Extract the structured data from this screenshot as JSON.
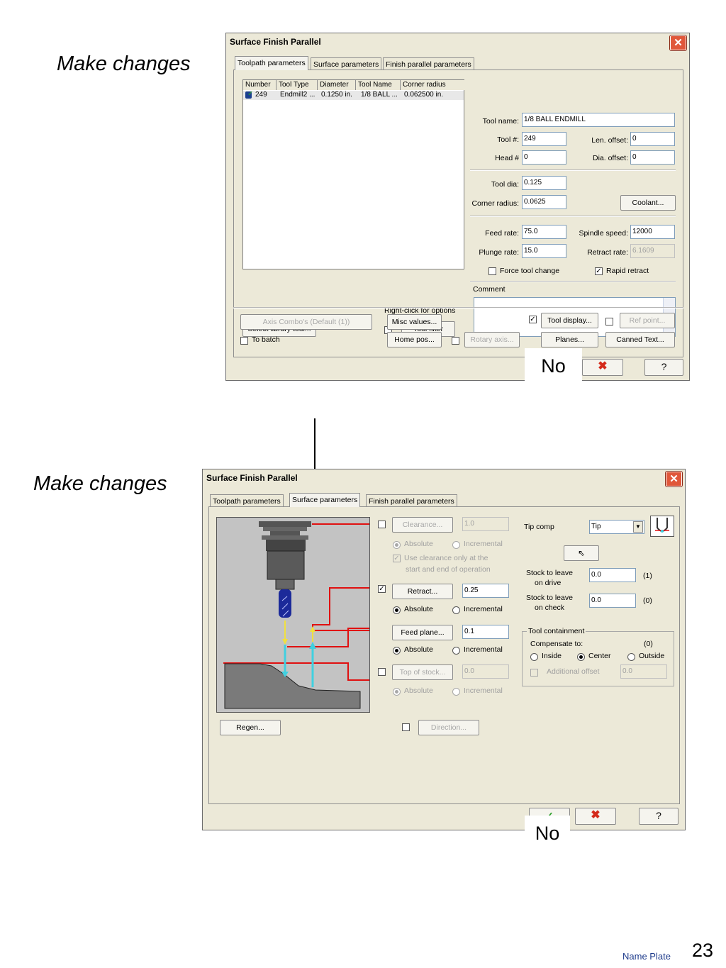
{
  "captions": {
    "top": "Make changes",
    "bottom": "Make changes"
  },
  "overlay": {
    "no_top": "No",
    "no_bottom": "No"
  },
  "footer": {
    "name_plate": "Name Plate",
    "page_number": "23"
  },
  "dialog1": {
    "title": "Surface Finish Parallel",
    "close_glyph": "✕",
    "tabs": [
      "Toolpath parameters",
      "Surface parameters",
      "Finish parallel parameters"
    ],
    "table": {
      "headers": [
        "Number",
        "Tool Type",
        "Diameter",
        "Tool Name",
        "Corner radius"
      ],
      "rows": [
        [
          "249",
          "Endmill2 ...",
          "0.1250 in.",
          "1/8 BALL ...",
          "0.062500 in."
        ]
      ]
    },
    "right_click_hint": "Right-click for options",
    "select_library_tool": "Select library tool...",
    "tool_filter": "Tool filter",
    "labels": {
      "tool_name": "Tool name:",
      "tool_num": "Tool #:",
      "head_num": "Head #",
      "len_offset": "Len. offset:",
      "dia_offset": "Dia. offset:",
      "tool_dia": "Tool dia:",
      "corner_radius": "Corner radius:",
      "feed_rate": "Feed rate:",
      "spindle_speed": "Spindle speed:",
      "plunge_rate": "Plunge rate:",
      "retract_rate": "Retract rate:",
      "force_tool_change": "Force tool change",
      "rapid_retract": "Rapid retract",
      "comment": "Comment"
    },
    "values": {
      "tool_name": "1/8 BALL ENDMILL",
      "tool_num": "249",
      "head_num": "0",
      "len_offset": "0",
      "dia_offset": "0",
      "tool_dia": "0.125",
      "corner_radius": "0.0625",
      "feed_rate": "75.0",
      "spindle_speed": "12000",
      "plunge_rate": "15.0",
      "retract_rate": "6.1609"
    },
    "coolant": "Coolant...",
    "axis_combo": "Axis Combo's (Default (1))",
    "misc_values": "Misc values...",
    "tool_display": "Tool display...",
    "ref_point": "Ref point...",
    "to_batch": "To batch",
    "home_pos": "Home pos...",
    "rotary_axis": "Rotary axis...",
    "planes": "Planes...",
    "canned_text": "Canned Text...",
    "cancel_glyph": "✖",
    "help_glyph": "?"
  },
  "dialog2": {
    "title": "Surface Finish Parallel",
    "close_glyph": "✕",
    "tabs": [
      "Toolpath parameters",
      "Surface parameters",
      "Finish parallel parameters"
    ],
    "clearance": "Clearance...",
    "clearance_value": "1.0",
    "absolute": "Absolute",
    "incremental": "Incremental",
    "use_clearance_1": "Use clearance only at the",
    "use_clearance_2": "start and end of operation",
    "retract": "Retract...",
    "retract_value": "0.25",
    "feed_plane": "Feed plane...",
    "feed_plane_value": "0.1",
    "top_of_stock": "Top of stock...",
    "top_of_stock_value": "0.0",
    "tip_comp": "Tip comp",
    "tip_comp_value": "Tip",
    "stock_drive_1": "Stock to leave",
    "stock_drive_2": "on drive",
    "stock_drive_value": "0.0",
    "stock_drive_count": "(1)",
    "stock_check_1": "Stock to leave",
    "stock_check_2": "on check",
    "stock_check_value": "0.0",
    "stock_check_count": "(0)",
    "tool_containment": "Tool containment",
    "compensate_to": "Compensate to:",
    "compensate_count": "(0)",
    "inside": "Inside",
    "center": "Center",
    "outside": "Outside",
    "additional_offset": "Additional offset",
    "additional_offset_value": "0.0",
    "regen": "Regen...",
    "direction": "Direction...",
    "ok_glyph": "✓",
    "cancel_glyph": "✖",
    "help_glyph": "?"
  },
  "colors": {
    "accent_red": "#d42a1a",
    "dialog_bg": "#ece9d8"
  }
}
